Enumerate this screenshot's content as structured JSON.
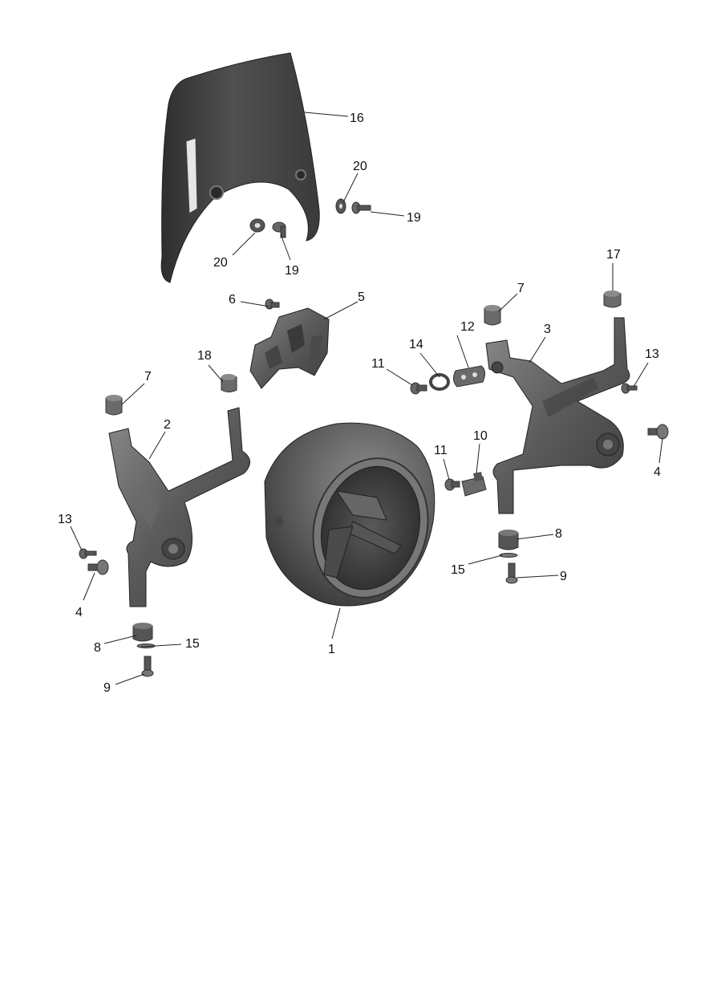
{
  "diagram": {
    "callouts": [
      {
        "key": "c16",
        "label": "16"
      },
      {
        "key": "c20a",
        "label": "20"
      },
      {
        "key": "c19a",
        "label": "19"
      },
      {
        "key": "c20b",
        "label": "20"
      },
      {
        "key": "c19b",
        "label": "19"
      },
      {
        "key": "c17",
        "label": "17"
      },
      {
        "key": "c7a",
        "label": "7"
      },
      {
        "key": "c6",
        "label": "6"
      },
      {
        "key": "c5",
        "label": "5"
      },
      {
        "key": "c12",
        "label": "12"
      },
      {
        "key": "c3",
        "label": "3"
      },
      {
        "key": "c14",
        "label": "14"
      },
      {
        "key": "c13a",
        "label": "13"
      },
      {
        "key": "c11a",
        "label": "11"
      },
      {
        "key": "c18",
        "label": "18"
      },
      {
        "key": "c7b",
        "label": "7"
      },
      {
        "key": "c2",
        "label": "2"
      },
      {
        "key": "c10",
        "label": "10"
      },
      {
        "key": "c11b",
        "label": "11"
      },
      {
        "key": "c4a",
        "label": "4"
      },
      {
        "key": "c13b",
        "label": "13"
      },
      {
        "key": "c8a",
        "label": "8"
      },
      {
        "key": "c15a",
        "label": "15"
      },
      {
        "key": "c9a",
        "label": "9"
      },
      {
        "key": "c4b",
        "label": "4"
      },
      {
        "key": "c1",
        "label": "1"
      },
      {
        "key": "c8b",
        "label": "8"
      },
      {
        "key": "c15b",
        "label": "15"
      },
      {
        "key": "c9b",
        "label": "9"
      }
    ],
    "colors": {
      "part_dark": "#3a3a3a",
      "part_mid": "#5c5c5c",
      "part_light": "#8a8a8a",
      "leader": "#222222"
    }
  }
}
